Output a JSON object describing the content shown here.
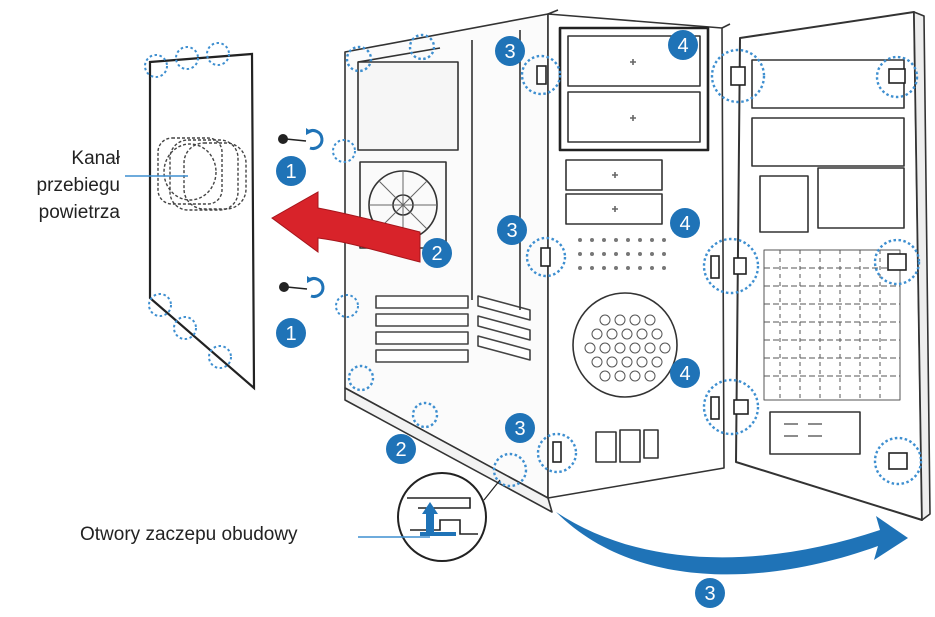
{
  "labels": {
    "air_duct": [
      "Kanał",
      "przebiegu",
      "powietrza"
    ],
    "hook_slots": "Otwory zaczepu obudowy"
  },
  "steps": {
    "screws_upper": "1",
    "screws_lower": "1",
    "slide_panel": "2",
    "side_hooks": "2",
    "front_top": "3",
    "front_mid": "3",
    "front_bottom": "3",
    "swing_open": "3",
    "bay_hook_top": "4",
    "bay_hook_mid": "4",
    "bay_hook_bottom": "4"
  },
  "colors": {
    "badge": "#1f73b7",
    "arrow_red": "#d8232a",
    "arrow_blue": "#1f73b7",
    "dotted_ring": "#3e8fd0",
    "line": "#222222"
  }
}
